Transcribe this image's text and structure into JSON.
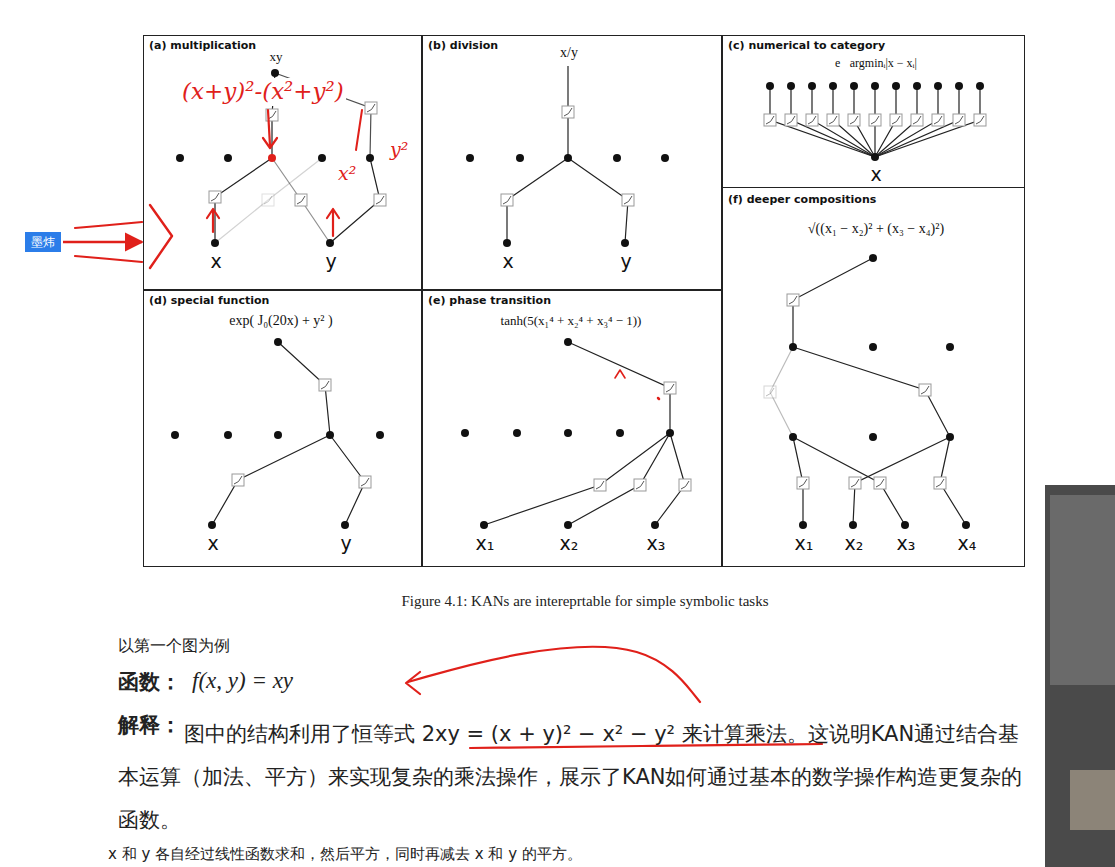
{
  "diagram": {
    "caption": "Figure 4.1: KANs are intereprtable for simple symbolic tasks",
    "nodes": [
      {
        "text": [
          "(a) multiplication",
          "xy",
          "x",
          "y"
        ]
      },
      {
        "text": [
          "(b) division",
          "x/y",
          "x",
          "y"
        ]
      },
      {
        "text": [
          "(c) numerical to category",
          "e⃗argminᵢ|x − xᵢ|",
          "x"
        ]
      },
      {
        "text": [
          "(f) deeper compositions",
          "√((x₁ − x₂)² + (x₃ − x₄)²)",
          "x₁",
          "x₂",
          "x₃",
          "x₄"
        ]
      },
      {
        "text": [
          "墨炜"
        ]
      },
      {
        "text": [
          "(d) special function",
          "exp( J₀(20x) + y² )",
          "x",
          "y"
        ]
      },
      {
        "text": [
          "(e) phase transition",
          "tanh(5(x₁⁴ + x₂⁴ + x₃⁴ − 1))",
          "x₁",
          "x₂",
          "x₃"
        ]
      }
    ],
    "edges": [
      {
        "from": 4,
        "to": 0,
        "arrow": "to"
      }
    ],
    "labels": [
      "以第一个图为例",
      "函数：",
      "f(x, y) = xy",
      "解释：",
      "图中的结构利用了恒等式 2xy = (x + y)² − x² − y² 来计算乘法。这说明KAN通过结合基本运算（加法、平方）来实现复杂的乘法操作，展示了KAN如何通过基本的数学操作构造更复杂的函数。",
      "x 和 y 各自经过线性函数求和，然后平方，同时再减去 x 和 y 的平方。",
      "(x+y)²-(x²+y²)",
      "x²",
      "y²"
    ]
  }
}
